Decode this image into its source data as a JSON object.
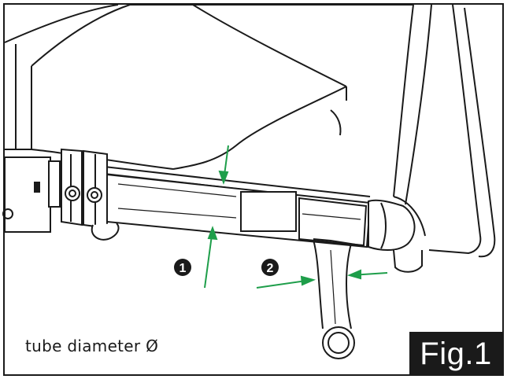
{
  "caption": "tube diameter Ø",
  "figure_label": "Fig.1",
  "callouts": [
    {
      "number": "1",
      "glyph": "❶"
    },
    {
      "number": "2",
      "glyph": "❷"
    }
  ],
  "colors": {
    "line": "#1a1a1a",
    "measurement": "#1e9e4a",
    "background": "#ffffff",
    "label_bg": "#1a1a1a",
    "label_text": "#ffffff"
  }
}
